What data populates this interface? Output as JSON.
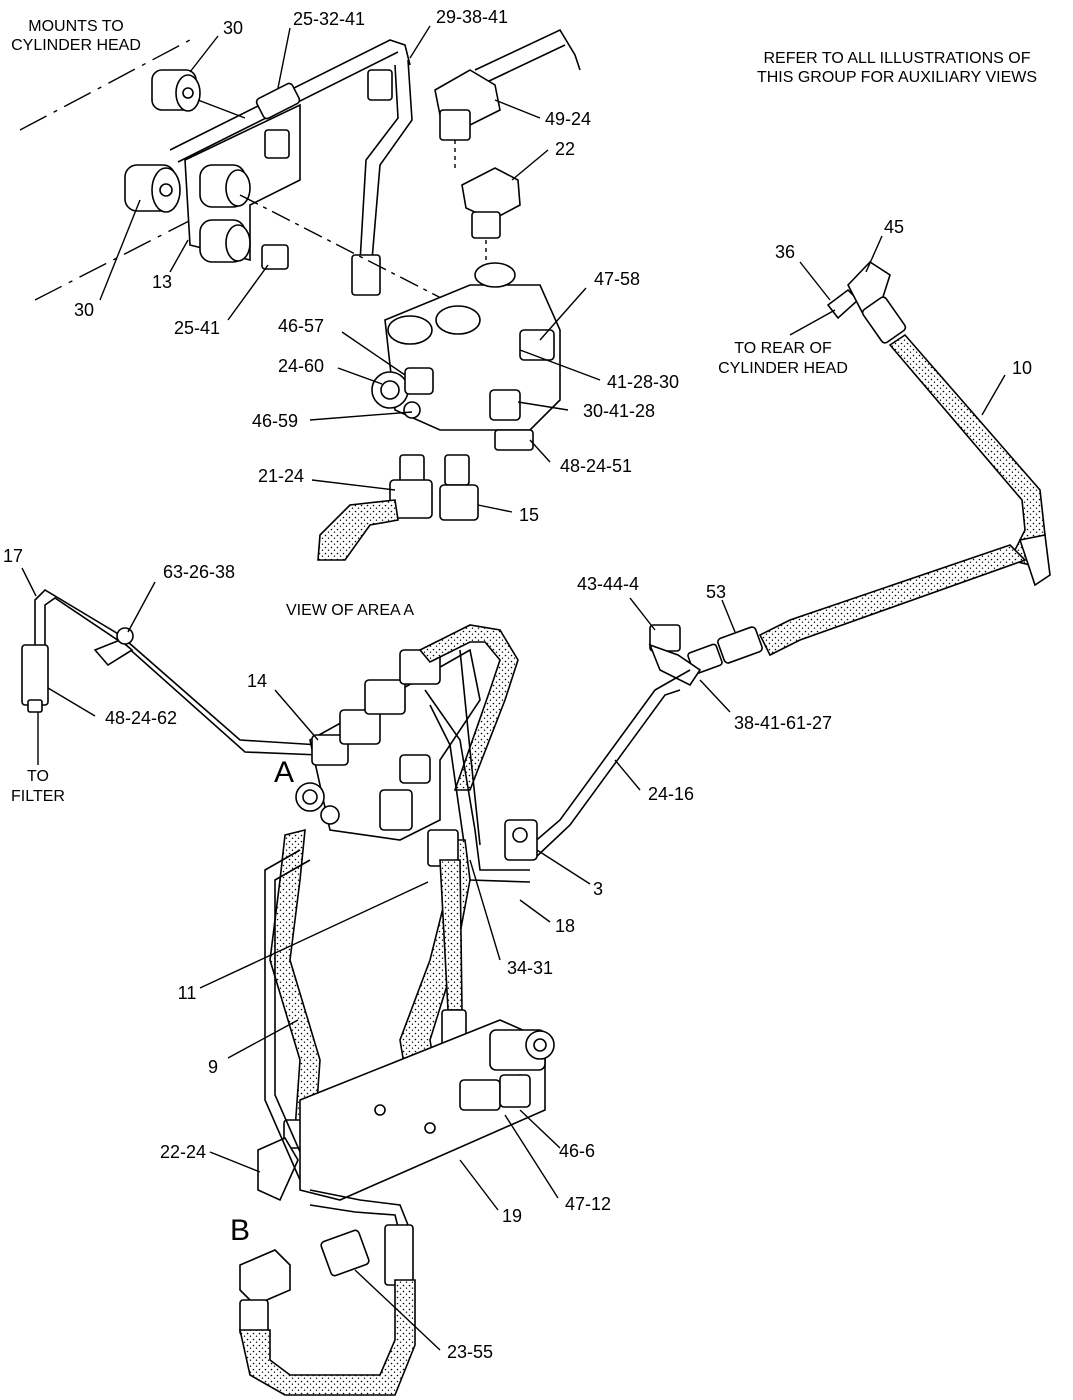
{
  "notes": {
    "mounts": [
      "MOUNTS TO",
      "CYLINDER HEAD"
    ],
    "refer": [
      "REFER TO ALL ILLUSTRATIONS OF",
      "THIS GROUP FOR AUXILIARY VIEWS"
    ],
    "rear": [
      "TO REAR OF",
      "CYLINDER HEAD"
    ],
    "view_area": "VIEW OF AREA A",
    "filter": [
      "TO",
      "FILTER"
    ]
  },
  "area_labels": {
    "a": "A",
    "b": "B"
  },
  "callouts": {
    "c30a": "30",
    "c25_32_41": "25-32-41",
    "c29_38_41": "29-38-41",
    "c49_24": "49-24",
    "c22": "22",
    "c30b": "30",
    "c13": "13",
    "c25_41": "25-41",
    "c47_58": "47-58",
    "c46_57": "46-57",
    "c24_60": "24-60",
    "c41_28_30": "41-28-30",
    "c46_59": "46-59",
    "c30_41_28": "30-41-28",
    "c48_24_51": "48-24-51",
    "c21_24": "21-24",
    "c15": "15",
    "c36": "36",
    "c45": "45",
    "c10": "10",
    "c17": "17",
    "c63_26_38": "63-26-38",
    "c48_24_62": "48-24-62",
    "c43_44_4": "43-44-4",
    "c53": "53",
    "c38_41_61_27": "38-41-61-27",
    "c14": "14",
    "c24_16": "24-16",
    "c3": "3",
    "c18": "18",
    "c34_31": "34-31",
    "c11": "11",
    "c9": "9",
    "c46_6": "46-6",
    "c22_24": "22-24",
    "c47_12": "47-12",
    "c19": "19",
    "c23_55": "23-55"
  }
}
